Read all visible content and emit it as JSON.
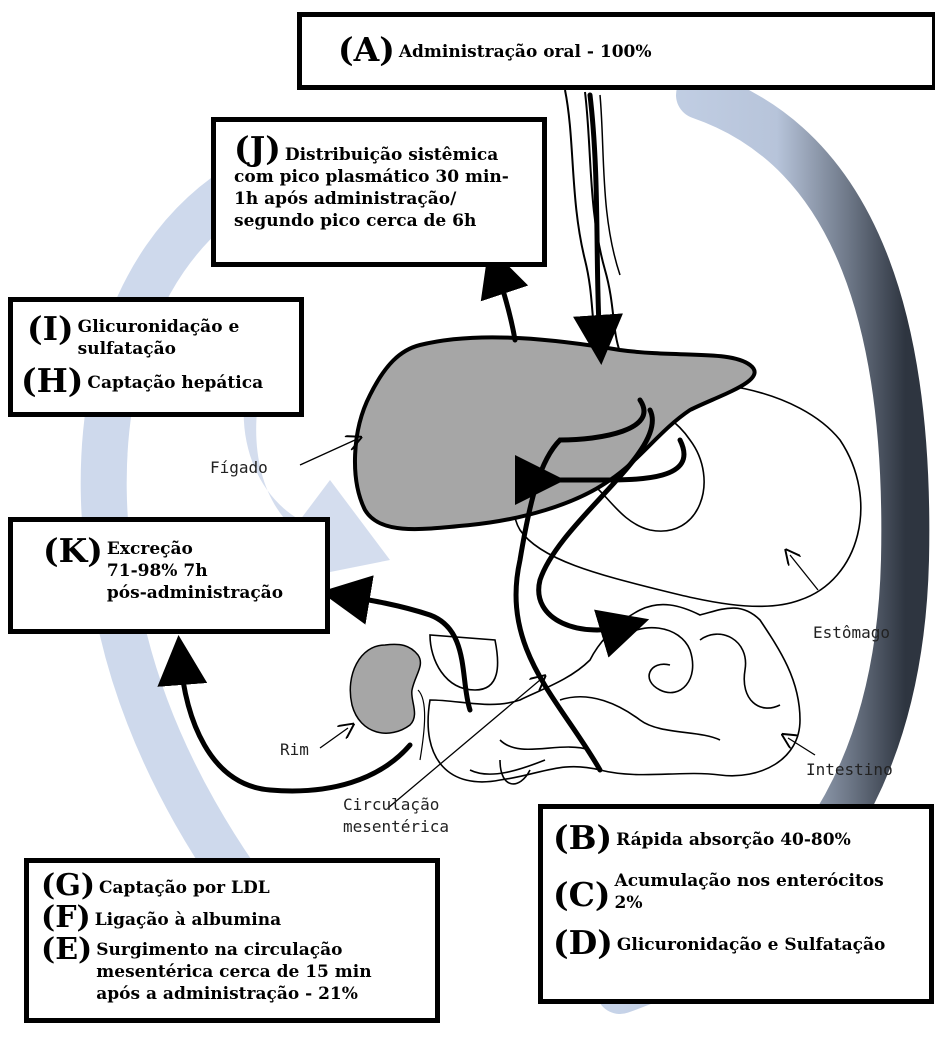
{
  "boxes": {
    "A": {
      "letter": "(A)",
      "text": "Administração oral - 100%"
    },
    "J": {
      "letter": "(J)",
      "line1": "Distribuição sistêmica",
      "line2": "com pico plasmático 30 min-",
      "line3": "1h após administração/",
      "line4": "segundo pico cerca de 6h"
    },
    "I": {
      "letter": "(I)",
      "line1": "Glicuronidação e",
      "line2": "sulfatação"
    },
    "H": {
      "letter": "(H)",
      "text": "Captação hepática"
    },
    "K": {
      "letter": "(K)",
      "line1": "Excreção",
      "line2": "71-98% 7h",
      "line3": "pós-administração"
    },
    "B": {
      "letter": "(B)",
      "text": "Rápida absorção 40-80%"
    },
    "C": {
      "letter": "(C)",
      "line1": "Acumulação nos enterócitos",
      "line2": "2%"
    },
    "D": {
      "letter": "(D)",
      "text": "Glicuronidação e Sulfatação"
    },
    "G": {
      "letter": "(G)",
      "text": "Captação por LDL"
    },
    "F": {
      "letter": "(F)",
      "text": "Ligação à albumina"
    },
    "E": {
      "letter": "(E)",
      "line1": "Surgimento na circulação",
      "line2": "mesentérica cerca de 15 min",
      "line3": "após a administração - 21%"
    }
  },
  "organ_labels": {
    "liver": "Fígado",
    "stomach": "Estômago",
    "kidney": "Rim",
    "intestine": "Intestino",
    "mesenteric_1": "Circulação",
    "mesenteric_2": "mesentérica"
  },
  "colors": {
    "cycle_arrow_light": "#c6d3e8",
    "cycle_arrow_dark": "#2e3540",
    "organ_fill": "#a6a6a6",
    "stroke": "#000000"
  }
}
